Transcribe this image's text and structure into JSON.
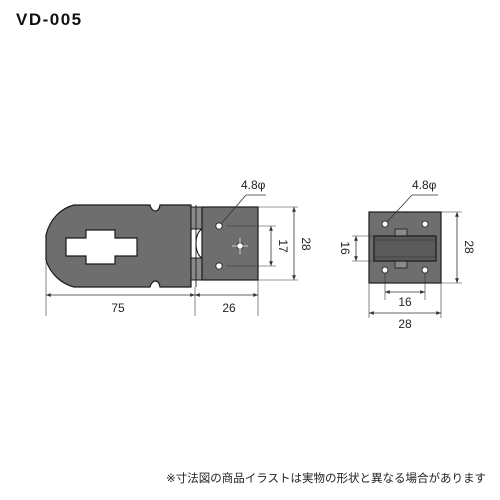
{
  "title": "VD-005",
  "note": "※寸法図の商品イラストは実物の形状と異なる場合があります",
  "colors": {
    "metal": "#6e6e6e",
    "outline": "#1a1a1a",
    "line": "#333333",
    "background": "#ffffff"
  },
  "hasp_view": {
    "hole_label": "4.8φ",
    "dims": {
      "length": "75",
      "plate_width": "26",
      "height": "28",
      "hole_spacing": "17"
    }
  },
  "staple_view": {
    "hole_label": "4.8φ",
    "dims": {
      "height": "28",
      "width": "28",
      "loop_height": "16",
      "hole_spacing": "16"
    }
  }
}
